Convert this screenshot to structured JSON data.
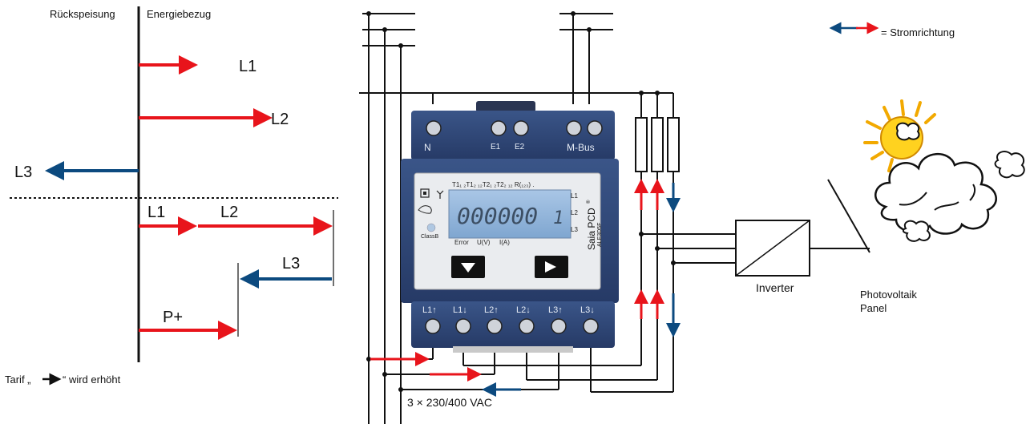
{
  "header": {
    "left_label": "Rückspeisung",
    "right_label": "Energiebezug",
    "legend_text": "= Stromrichtung"
  },
  "phasor": {
    "top": {
      "l1": "L1",
      "l2": "L2",
      "l3": "L3"
    },
    "bottom": {
      "l1": "L1",
      "l2": "L2",
      "l3": "L3",
      "p": "P+"
    }
  },
  "tariff_note": {
    "prefix": "Tarif „",
    "suffix": "“ wird erhöht"
  },
  "meter": {
    "top_terminals": {
      "n": "N",
      "e1": "E1",
      "e2": "E2",
      "mbus": "M-Bus"
    },
    "display_top_row": "T1₁  ₂T1₂  ₁₂T2₁  ₂T2₂  ₁₂  R(₁₂₃)  .",
    "display_digits": "000000",
    "display_digit_tail": "1",
    "display_phases": [
      "L1",
      "L2",
      "L3"
    ],
    "display_bottom_labels": [
      "Error",
      "U(V)",
      "I(A)"
    ],
    "class_label": "ClassB",
    "brand": "Saia PCD",
    "brand_mark": "®",
    "model": "ALE3D5F",
    "buttons": {
      "down": "down-arrow",
      "right": "right-arrow"
    },
    "bottom_terminals": [
      "L1↑",
      "L1↓",
      "L2↑",
      "L2↓",
      "L3↑",
      "L3↓"
    ]
  },
  "supply_label": "3 × 230/400 VAC",
  "inverter_label": "Inverter",
  "pv_label_line1": "Photovoltaik",
  "pv_label_line2": "Panel",
  "colors": {
    "red_arrow": "#e8141b",
    "blue_arrow": "#0c4a7f",
    "meter_body": "#2e4575",
    "lcd_screen": "#8fb3d8"
  }
}
